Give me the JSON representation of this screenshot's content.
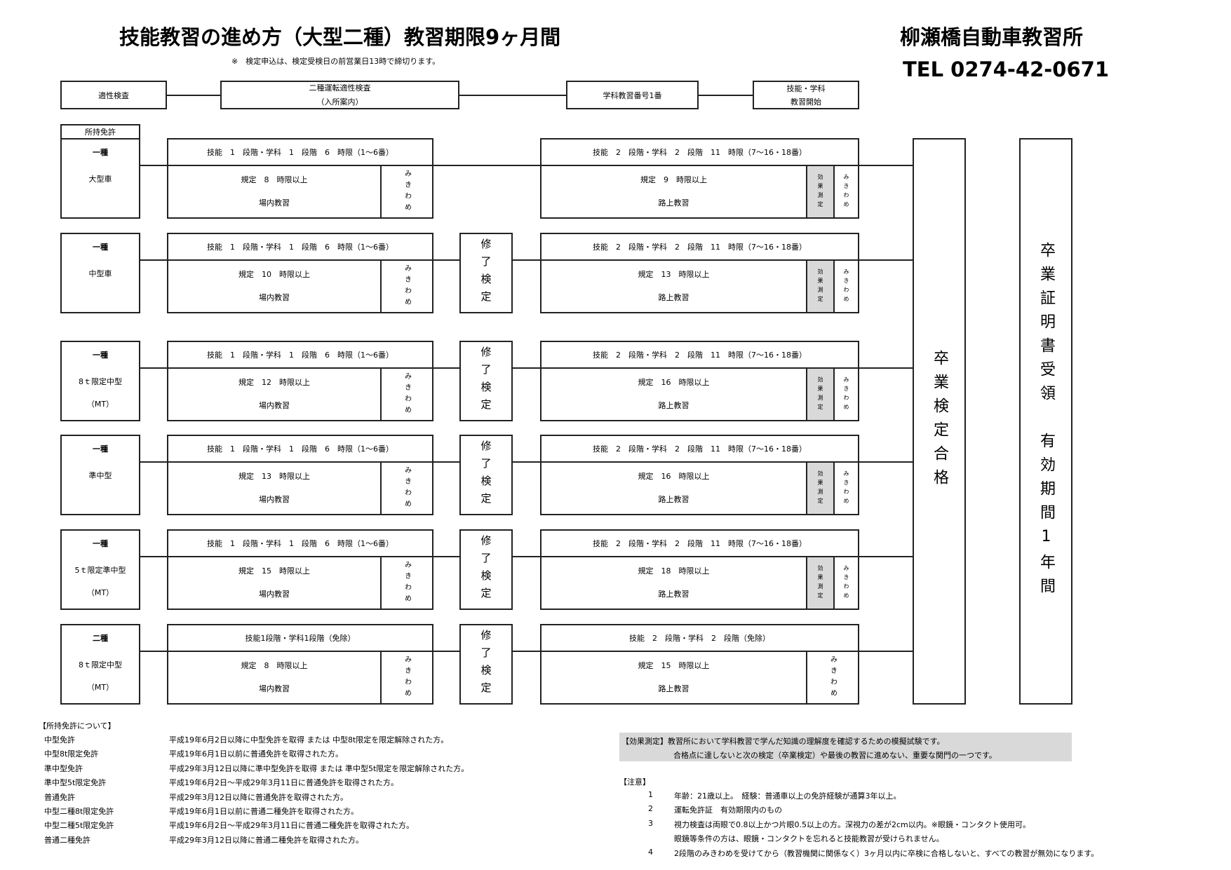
{
  "header": {
    "title": "技能教習の進め方（大型二種）教習期限9ヶ月間",
    "note": "※　検定申込は、検定受検日の前営業日13時で締切ります。",
    "school": "柳瀬橋自動車教習所",
    "tel": "TEL 0274-42-0671"
  },
  "flow": {
    "step1": "適性検査",
    "step2a": "二種運転適性検査",
    "step2b": "（入所案内）",
    "step3": "学科教習番号1番",
    "step4a": "技能・学科",
    "step4b": "教習開始"
  },
  "license_header": "所持免許",
  "labels": {
    "mikiwame": "みきわめ",
    "kouka": "効果測定",
    "shuryo": "修了検定",
    "inside": "場内教習",
    "road": "路上教習",
    "sotsugyo": "卒業検定合格",
    "certificate": "卒業証明書受領　有効期間1年間"
  },
  "rows": [
    {
      "kind": "一種",
      "license": "大型車",
      "sub": "",
      "s1": "技能　1　段階・学科　1　段階　6　時限（1〜6番）",
      "s1reg": "規定　8　時限以上",
      "shuryo": false,
      "s2": "技能　2　段階・学科　2　段階　11　時限（7〜16・18番）",
      "s2reg": "規定　9　時限以上",
      "kouka": true
    },
    {
      "kind": "一種",
      "license": "中型車",
      "sub": "",
      "s1": "技能　1　段階・学科　1　段階　6　時限（1〜6番）",
      "s1reg": "規定　10　時限以上",
      "shuryo": true,
      "s2": "技能　2　段階・学科　2　段階　11　時限（7〜16・18番）",
      "s2reg": "規定　13　時限以上",
      "kouka": true
    },
    {
      "kind": "一種",
      "license": "8ｔ限定中型",
      "sub": "（MT）",
      "s1": "技能　1　段階・学科　1　段階　6　時限（1〜6番）",
      "s1reg": "規定　12　時限以上",
      "shuryo": true,
      "s2": "技能　2　段階・学科　2　段階　11　時限（7〜16・18番）",
      "s2reg": "規定　16　時限以上",
      "kouka": true
    },
    {
      "kind": "一種",
      "license": "準中型",
      "sub": "",
      "s1": "技能　1　段階・学科　1　段階　6　時限（1〜6番）",
      "s1reg": "規定　13　時限以上",
      "shuryo": true,
      "s2": "技能　2　段階・学科　2　段階　11　時限（7〜16・18番）",
      "s2reg": "規定　16　時限以上",
      "kouka": true
    },
    {
      "kind": "一種",
      "license": "5ｔ限定準中型",
      "sub": "（MT）",
      "s1": "技能　1　段階・学科　1　段階　6　時限（1〜6番）",
      "s1reg": "規定　15　時限以上",
      "shuryo": true,
      "s2": "技能　2　段階・学科　2　段階　11　時限（7〜16・18番）",
      "s2reg": "規定　18　時限以上",
      "kouka": true
    },
    {
      "kind": "二種",
      "license": "8ｔ限定中型",
      "sub": "（MT）",
      "s1": "技能1段階・学科1段階（免除）",
      "s1reg": "規定　8　時限以上",
      "shuryo": true,
      "s2": "技能　2　段階・学科　2　段階（免除）",
      "s2reg": "規定　15　時限以上",
      "kouka": false
    }
  ],
  "licenses_note": {
    "heading": "【所持免許について】",
    "items": [
      {
        "name": "中型免許",
        "desc": "平成19年6月2日以降に中型免許を取得 または 中型8t限定を限定解除された方。"
      },
      {
        "name": "中型8t限定免許",
        "desc": "平成19年6月1日以前に普通免許を取得された方。"
      },
      {
        "name": "準中型免許",
        "desc": "平成29年3月12日以降に準中型免許を取得 または 準中型5t限定を限定解除された方。"
      },
      {
        "name": "準中型5t限定免許",
        "desc": "平成19年6月2日～平成29年3月11日に普通免許を取得された方。"
      },
      {
        "name": "普通免許",
        "desc": "平成29年3月12日以降に普通免許を取得された方。"
      },
      {
        "name": "中型二種8t限定免許",
        "desc": "平成19年6月1日以前に普通二種免許を取得された方。"
      },
      {
        "name": "中型二種5t限定免許",
        "desc": "平成19年6月2日～平成29年3月11日に普通二種免許を取得された方。"
      },
      {
        "name": "普通二種免許",
        "desc": "平成29年3月12日以降に普通二種免許を取得された方。"
      }
    ]
  },
  "kouka_note": {
    "line1": "【効果測定】教習所において学科教習で学んだ知識の理解度を確認するための模擬試験です。",
    "line2": "合格点に達しないと次の検定（卒業検定）や最後の教習に進めない、重要な関門の一つです。"
  },
  "caution": {
    "heading": "【注意】",
    "items": [
      {
        "no": "1",
        "text": "年齢：21歳以上。　経験：普通車以上の免許経験が通算3年以上。"
      },
      {
        "no": "2",
        "text": "運転免許証　有効期限内のもの"
      },
      {
        "no": "3",
        "text": "視力検査は両眼で0.8以上かつ片眼0.5以上の方。深視力の差が2cm以内。※眼鏡・コンタクト使用可。"
      },
      {
        "no": "",
        "text": "眼鏡等条件の方は、眼鏡・コンタクトを忘れると技能教習が受けられません。"
      },
      {
        "no": "4",
        "text": "2段階のみきわめを受けてから（教習機関に関係なく）3ヶ月以内に卒検に合格しないと、すべての教習が無効になります。"
      }
    ]
  }
}
